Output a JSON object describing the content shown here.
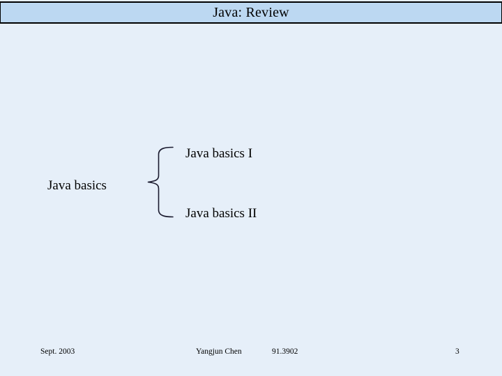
{
  "slide": {
    "title": "Java: Review",
    "background_color": "#e6eff9",
    "title_bar_color": "#bcd8f2",
    "border_color": "#000000",
    "text_color": "#000000"
  },
  "diagram": {
    "type": "brace-grouping",
    "parent": "Java basics",
    "connector": "left-curly-brace",
    "children": [
      "Java basics I",
      "Java basics II"
    ]
  },
  "footer": {
    "date": "Sept. 2003",
    "author": "Yangjun Chen",
    "course": "91.3902",
    "page_number": "3"
  }
}
